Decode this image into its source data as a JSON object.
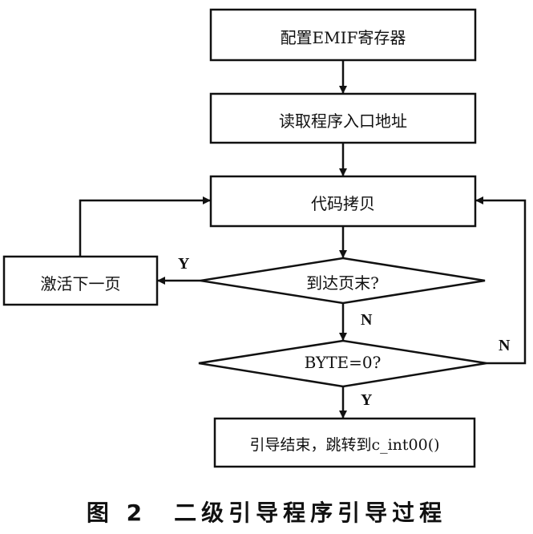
{
  "nodes": {
    "config_emif": "配置EMIF寄存器",
    "read_entry": "读取程序入口地址",
    "code_copy": "代码拷贝",
    "page_end_check": "到达页末?",
    "activate_next_page": "激活下一页",
    "byte_zero_check": "BYTE=0?",
    "boot_end": "引导结束，跳转到c_int00()"
  },
  "edge_labels": {
    "page_end_yes": "Y",
    "page_end_no": "N",
    "byte_zero_no": "N",
    "byte_zero_yes": "Y"
  },
  "caption": "图 2　二级引导程序引导过程"
}
